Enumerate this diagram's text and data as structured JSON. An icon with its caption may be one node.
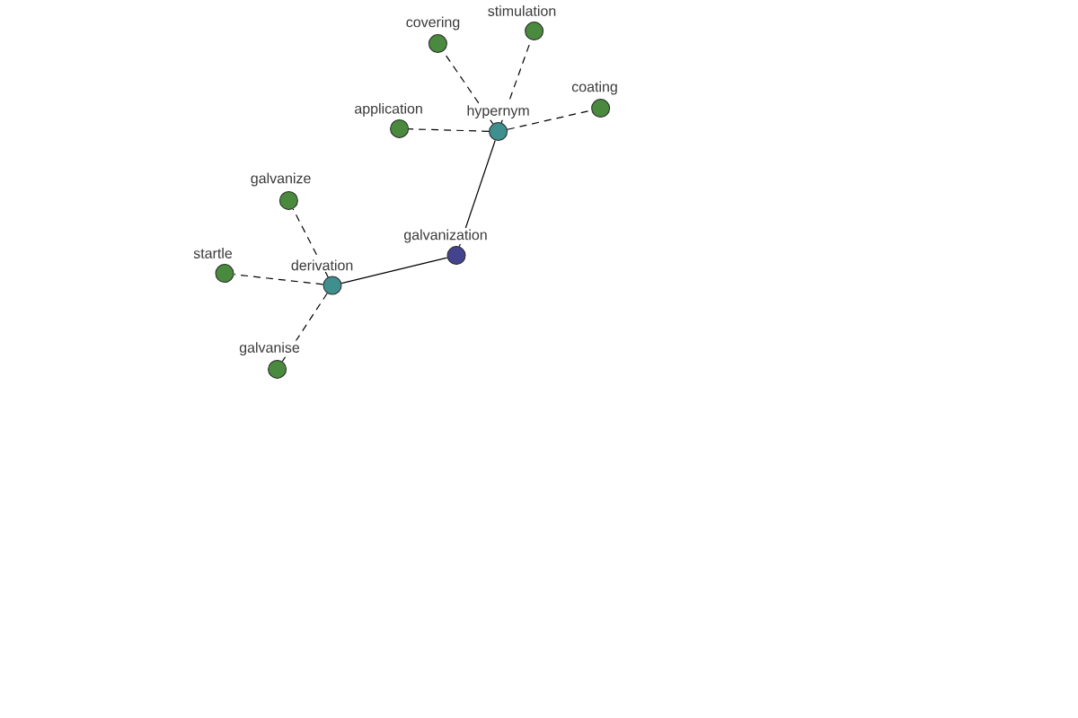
{
  "diagram": {
    "nodes": [
      {
        "text": [
          "galvanization"
        ]
      },
      {
        "text": [
          "derivation"
        ]
      },
      {
        "text": [
          "hypernym"
        ]
      },
      {
        "text": [
          "galvanize"
        ]
      },
      {
        "text": [
          "startle"
        ]
      },
      {
        "text": [
          "galvanise"
        ]
      },
      {
        "text": [
          "covering"
        ]
      },
      {
        "text": [
          "stimulation"
        ]
      },
      {
        "text": [
          "application"
        ]
      },
      {
        "text": [
          "coating"
        ]
      }
    ],
    "edges": [
      {
        "from": 0,
        "to": 1,
        "arrow": "none"
      },
      {
        "from": 0,
        "to": 2,
        "arrow": "none"
      },
      {
        "from": 1,
        "to": 3,
        "arrow": "none",
        "style": "dashed"
      },
      {
        "from": 1,
        "to": 4,
        "arrow": "none",
        "style": "dashed"
      },
      {
        "from": 1,
        "to": 5,
        "arrow": "none",
        "style": "dashed"
      },
      {
        "from": 2,
        "to": 6,
        "arrow": "none",
        "style": "dashed"
      },
      {
        "from": 2,
        "to": 7,
        "arrow": "none",
        "style": "dashed"
      },
      {
        "from": 2,
        "to": 8,
        "arrow": "none",
        "style": "dashed"
      },
      {
        "from": 2,
        "to": 9,
        "arrow": "none",
        "style": "dashed"
      }
    ]
  }
}
